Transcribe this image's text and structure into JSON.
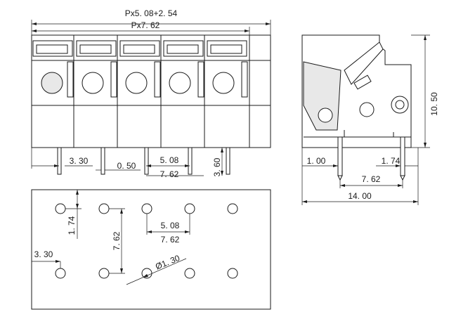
{
  "front_view": {
    "overall_width_label": "Px5. 08+2. 54",
    "body_width_label": "Px7. 62",
    "pin_offset_label": "3. 30",
    "pin_width_label": "0. 50",
    "pitch_label": "5. 08",
    "pitch2_label": "7. 62",
    "pin_length_label": "3. 60"
  },
  "side_view": {
    "height_label": "10. 50",
    "left_offset_label": "1. 00",
    "right_offset_label": "1. 74",
    "pin_spacing_label": "7. 62",
    "depth_label": "14. 00"
  },
  "pcb_layout": {
    "row_offset_label": "1. 74",
    "row_spacing_label": "7. 62",
    "pitch_label": "5. 08",
    "pitch2_label": "7. 62",
    "edge_offset_label": "3. 30",
    "hole_diameter_label": "Ø1. 30"
  }
}
